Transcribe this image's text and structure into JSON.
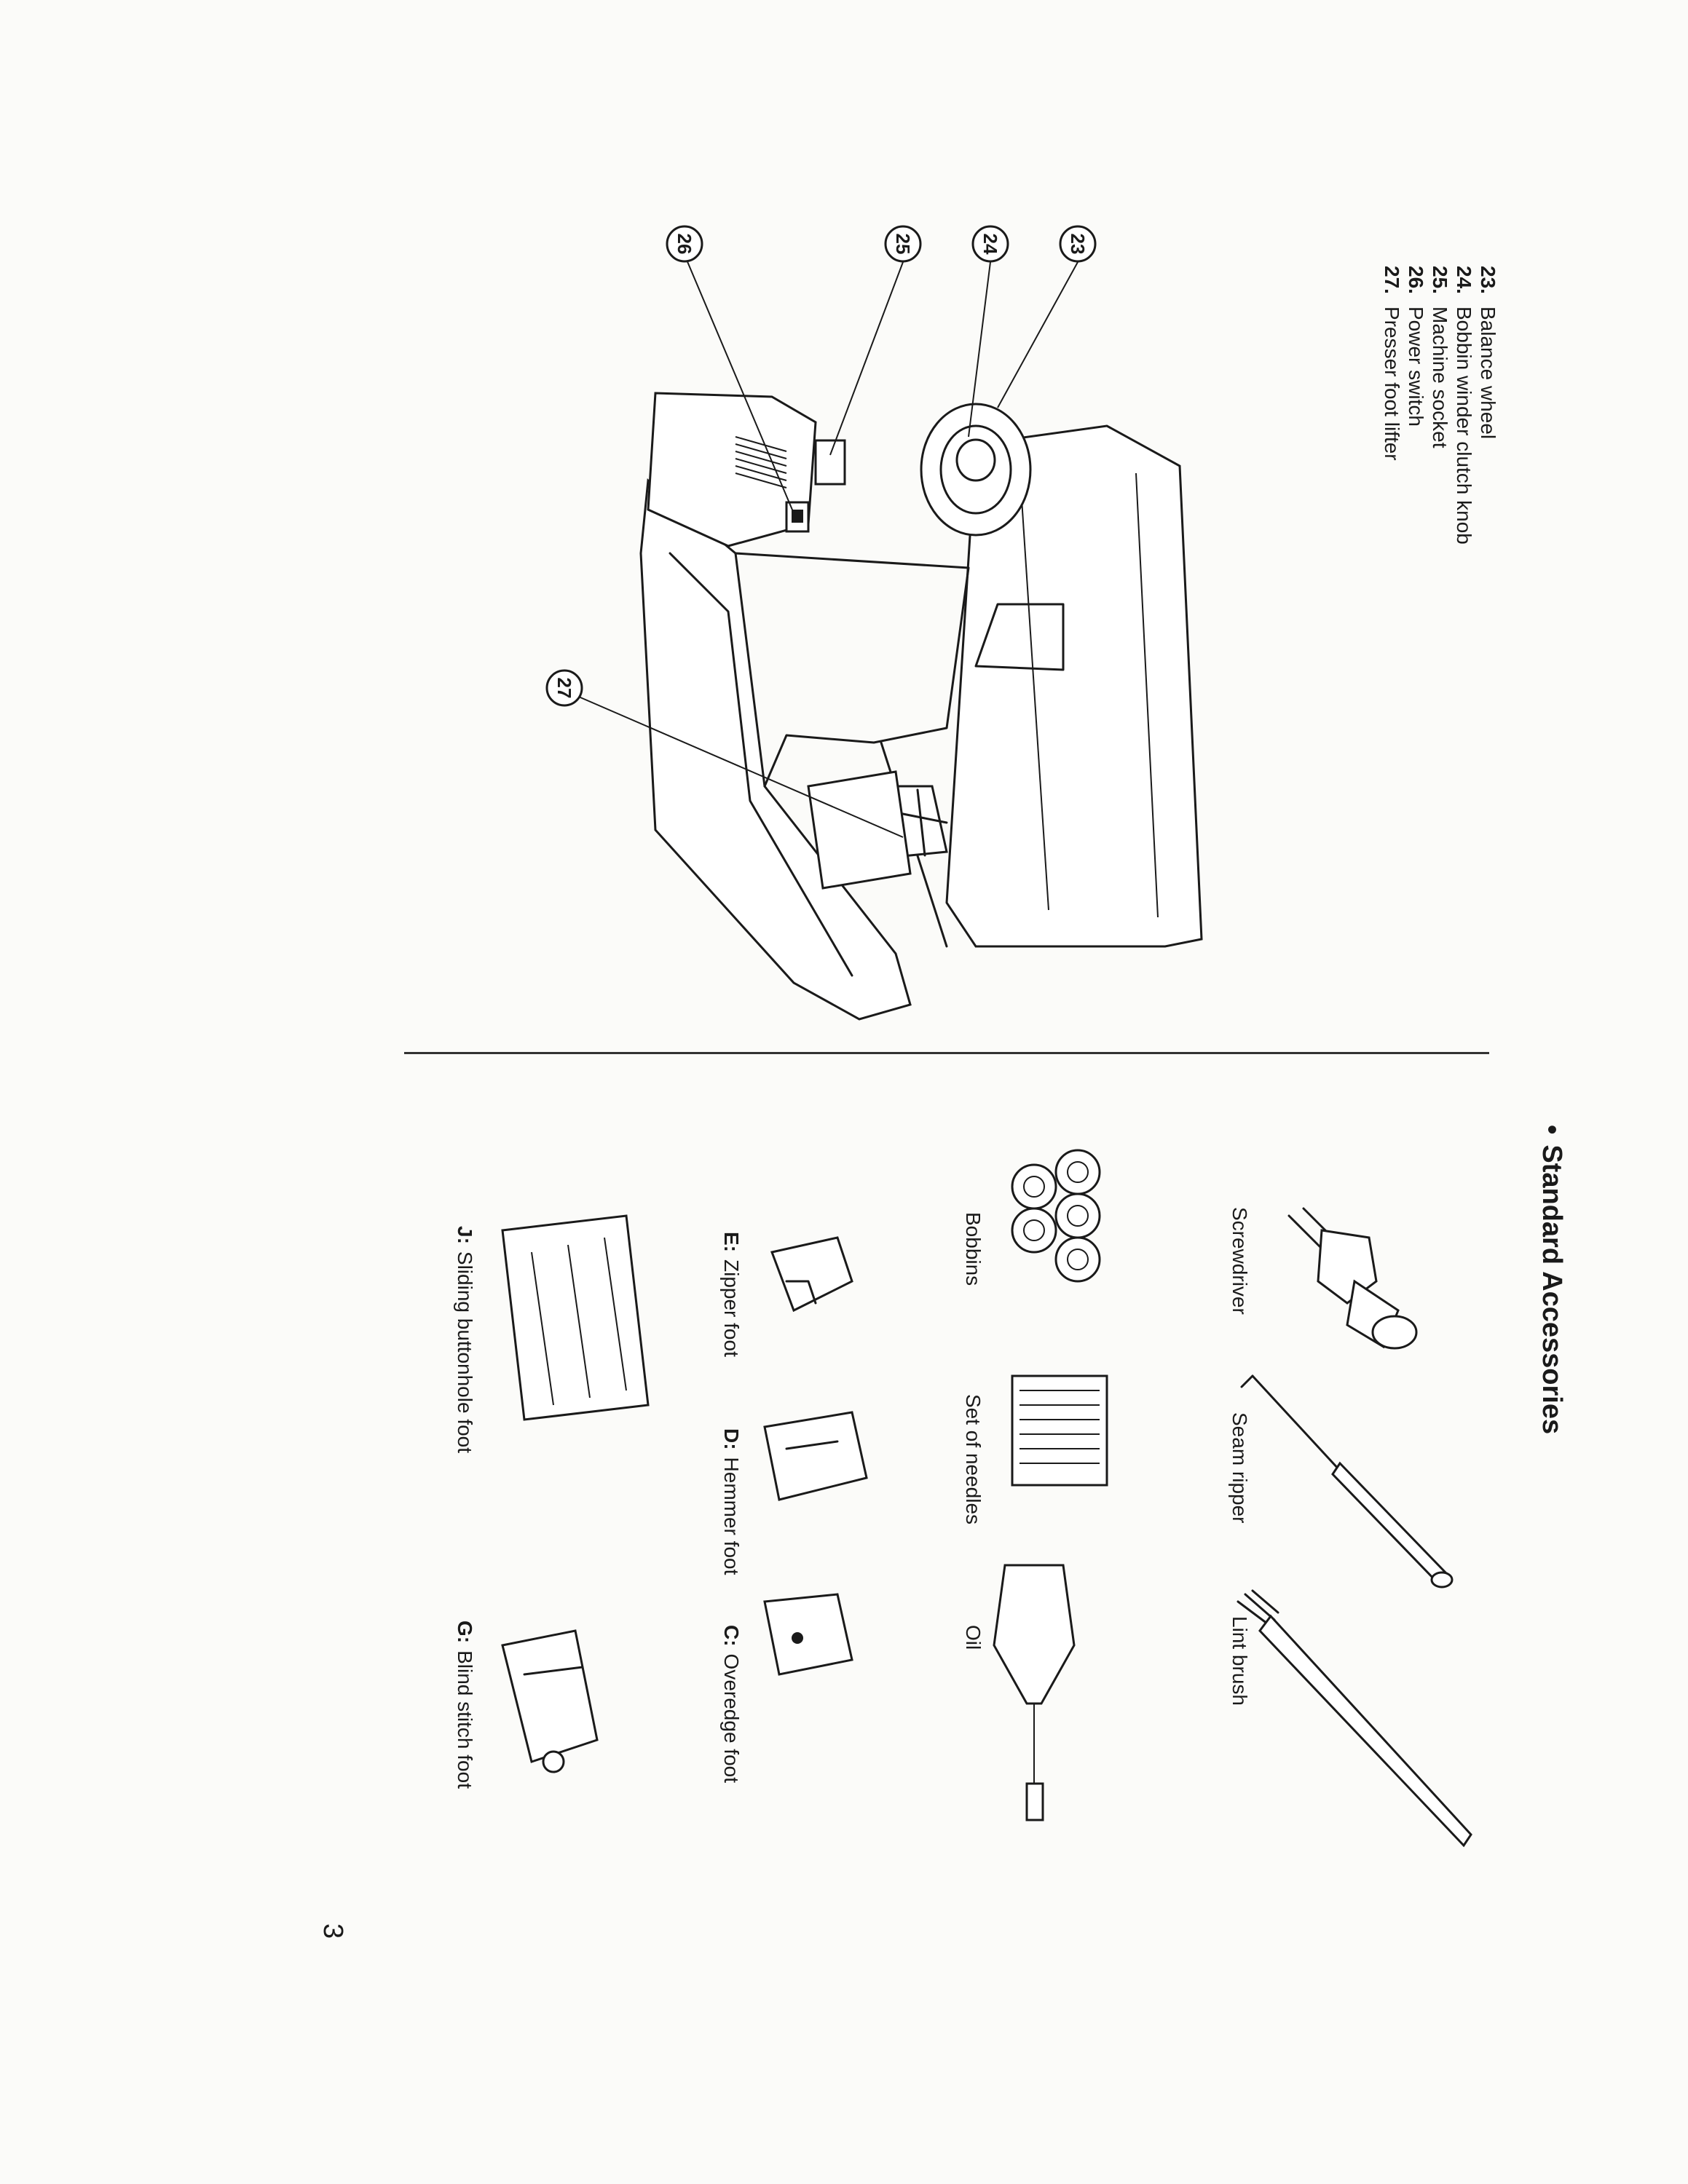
{
  "parts_list": [
    {
      "number": "23.",
      "label": "Balance wheel"
    },
    {
      "number": "24.",
      "label": "Bobbin winder clutch knob"
    },
    {
      "number": "25.",
      "label": "Machine socket"
    },
    {
      "number": "26.",
      "label": "Power switch"
    },
    {
      "number": "27.",
      "label": "Presser foot lifter"
    }
  ],
  "callouts": [
    "23",
    "24",
    "25",
    "26",
    "27"
  ],
  "section": {
    "bullet": "•",
    "title": "Standard Accessories"
  },
  "accessories": {
    "screwdriver": "Screwdriver",
    "seam_ripper": "Seam ripper",
    "lint_brush": "Lint brush",
    "bobbins": "Bobbins",
    "needles": "Set of needles",
    "oil": "Oil",
    "zipper_foot": {
      "key": "E:",
      "label": "Zipper foot"
    },
    "hemmer_foot": {
      "key": "D:",
      "label": "Hemmer foot"
    },
    "overedge_foot": {
      "key": "C:",
      "label": "Overedge foot"
    },
    "buttonhole_foot": {
      "key": "J:",
      "label": "Sliding buttonhole foot"
    },
    "blind_stitch_foot": {
      "key": "G:",
      "label": "Blind stitch foot"
    }
  },
  "page_number": "3"
}
